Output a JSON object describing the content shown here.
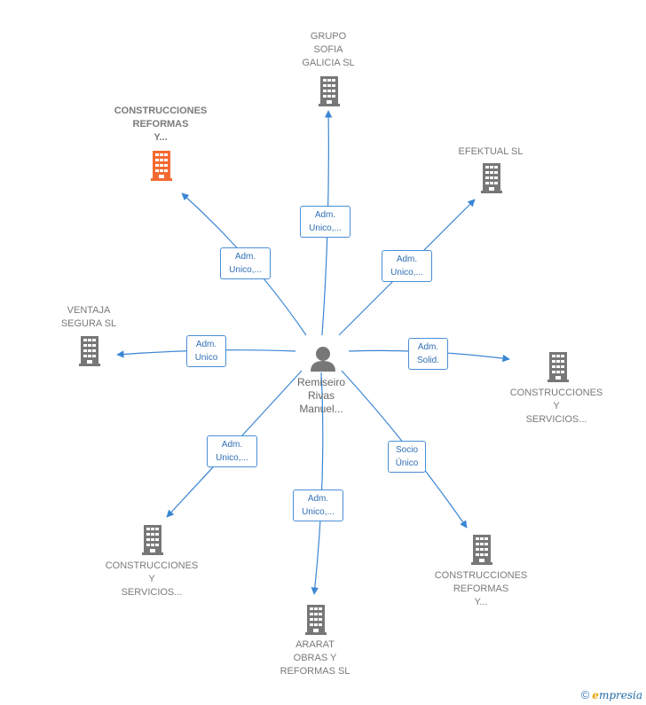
{
  "center": {
    "name": "Remiseiro\nRivas\nManuel...",
    "icon": "person-icon"
  },
  "companies": {
    "grupo_sofia": "GRUPO\nSOFIA\nGALICIA SL",
    "construcciones_reformas_top": "CONSTRUCCIONES\nREFORMAS\nY...",
    "efektual": "EFEKTUAL SL",
    "ventaja": "VENTAJA\nSEGURA SL",
    "construcciones_servicios_right": "CONSTRUCCIONES\nY\nSERVICIOS...",
    "construcciones_servicios_left": "CONSTRUCCIONES\nY\nSERVICIOS...",
    "ararat": "ARARAT\nOBRAS Y\nREFORMAS  SL",
    "construcciones_reformas_bottom": "CONSTRUCCIONES\nREFORMAS\nY..."
  },
  "roles": {
    "grupo_sofia": "Adm.\nUnico,...",
    "construcciones_reformas_top": "Adm.\nUnico,...",
    "efektual": "Adm.\nUnico,...",
    "ventaja": "Adm.\nUnico",
    "construcciones_servicios_right": "Adm.\nSolid.",
    "construcciones_servicios_left": "Adm.\nUnico,...",
    "ararat": "Adm.\nUnico,...",
    "construcciones_reformas_bottom": "Socio\nÚnico"
  },
  "colors": {
    "edge": "#3b86d4",
    "building": "#777777",
    "building_highlight": "#f26a32"
  },
  "footer": {
    "copyright": "©",
    "brand_initial": "e",
    "brand_rest": "mpresia"
  }
}
